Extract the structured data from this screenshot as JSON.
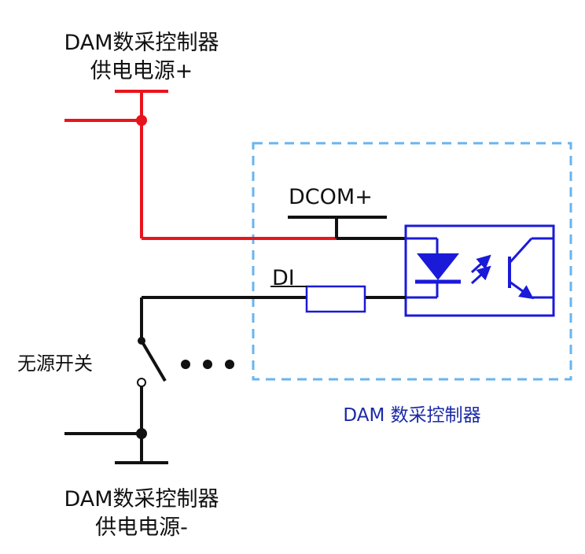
{
  "labels": {
    "power_plus_line1": "DAM数采控制器",
    "power_plus_line2": "供电电源+",
    "dcom": "DCOM+",
    "di": "DI",
    "switch": "无源开关",
    "controller": "DAM 数采控制器",
    "power_minus_line1": "DAM数采控制器",
    "power_minus_line2": "供电电源-",
    "ellipsis": "• • •"
  },
  "colors": {
    "wire_red": "#e8141c",
    "wire_black": "#111111",
    "optocoupler": "#1a1ad8",
    "boundary_dashed": "#6ab4ee",
    "controller_label": "#1a2aa8"
  }
}
